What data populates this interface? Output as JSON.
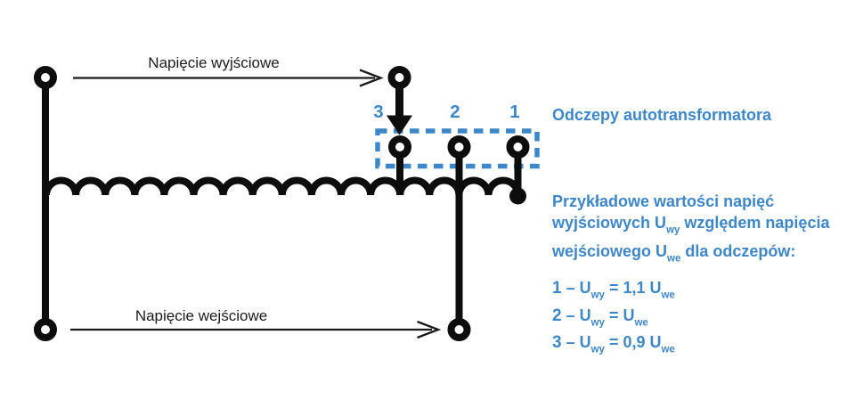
{
  "colors": {
    "accent_blue": "#3d87c9",
    "line_black": "#0d0d0d"
  },
  "diagram": {
    "labels": {
      "output_voltage": "Napięcie wyjściowe",
      "input_voltage": "Napięcie wejściowe"
    },
    "taps": [
      {
        "number": "3"
      },
      {
        "number": "2"
      },
      {
        "number": "1"
      }
    ]
  },
  "notes": {
    "heading": "Odczepy autotransformatora",
    "paragraph_lines": [
      [
        {
          "text": "Przykładowe wartości napięć"
        }
      ],
      [
        {
          "text": "wyjściowych U"
        },
        {
          "text": "wy",
          "sub": true
        },
        {
          "text": " względem napięcia"
        }
      ],
      [
        {
          "text": "wejściowego U"
        },
        {
          "text": "we",
          "sub": true
        },
        {
          "text": " dla odczepów:"
        }
      ]
    ],
    "items": [
      {
        "segments": [
          {
            "text": "1",
            "bold": true
          },
          {
            "text": " – U"
          },
          {
            "text": "wy",
            "sub": true
          },
          {
            "text": " = 1,1 U"
          },
          {
            "text": "we",
            "sub": true
          }
        ]
      },
      {
        "segments": [
          {
            "text": "2",
            "bold": true
          },
          {
            "text": " – U"
          },
          {
            "text": "wy",
            "sub": true
          },
          {
            "text": " = U"
          },
          {
            "text": "we",
            "sub": true
          }
        ]
      },
      {
        "segments": [
          {
            "text": "3",
            "bold": true
          },
          {
            "text": " – U"
          },
          {
            "text": "wy",
            "sub": true
          },
          {
            "text": " = 0,9 U"
          },
          {
            "text": "we",
            "sub": true
          }
        ]
      }
    ]
  }
}
